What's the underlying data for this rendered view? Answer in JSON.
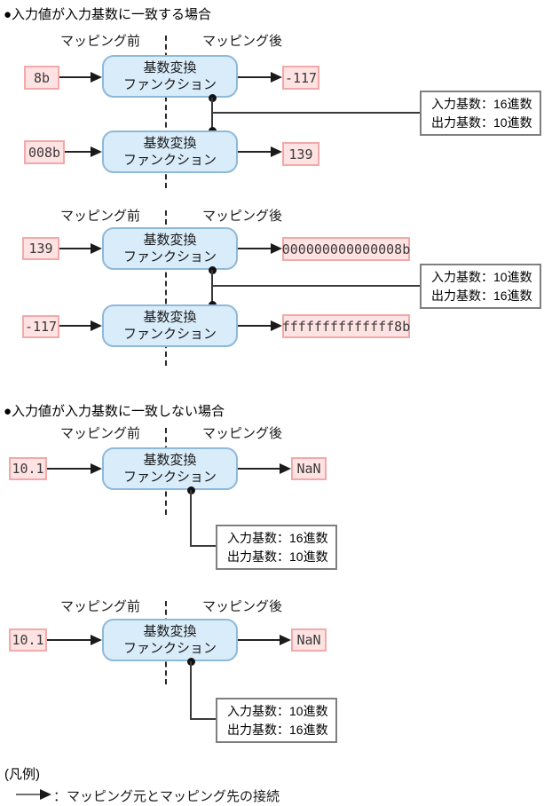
{
  "palette": {
    "value_box_fill": "#ffe2e2",
    "value_box_border": "#f2a9a9",
    "function_block_fill": "#d9ecfa",
    "function_block_border": "#8fb9d9",
    "note_box_border": "#7f7f7f",
    "line_color": "#222222"
  },
  "labels": {
    "before": "マッピング前",
    "after": "マッピング後"
  },
  "block": {
    "line1": "基数変換",
    "line2": "ファンクション"
  },
  "sections": [
    {
      "title": "●入力値が入力基数に一致する場合",
      "groups": [
        {
          "rows": [
            {
              "input": "8b",
              "output": "-117"
            },
            {
              "input": "008b",
              "output": "139"
            }
          ],
          "note": {
            "line1": "入力基数：16進数",
            "line2": "出力基数：10進数"
          }
        },
        {
          "rows": [
            {
              "input": "139",
              "output": "000000000000008b"
            },
            {
              "input": "-117",
              "output": "ffffffffffffff8b"
            }
          ],
          "note": {
            "line1": "入力基数：10進数",
            "line2": "出力基数：16進数"
          }
        }
      ]
    },
    {
      "title": "●入力値が入力基数に一致しない場合",
      "groups": [
        {
          "rows": [
            {
              "input": "10.1",
              "output": "NaN"
            }
          ],
          "note": {
            "line1": "入力基数：16進数",
            "line2": "出力基数：10進数"
          }
        },
        {
          "rows": [
            {
              "input": "10.1",
              "output": "NaN"
            }
          ],
          "note": {
            "line1": "入力基数：10進数",
            "line2": "出力基数：16進数"
          }
        }
      ]
    }
  ],
  "legend": {
    "title": "(凡例)",
    "arrow_meaning": "：マッピング元とマッピング先の接続"
  }
}
